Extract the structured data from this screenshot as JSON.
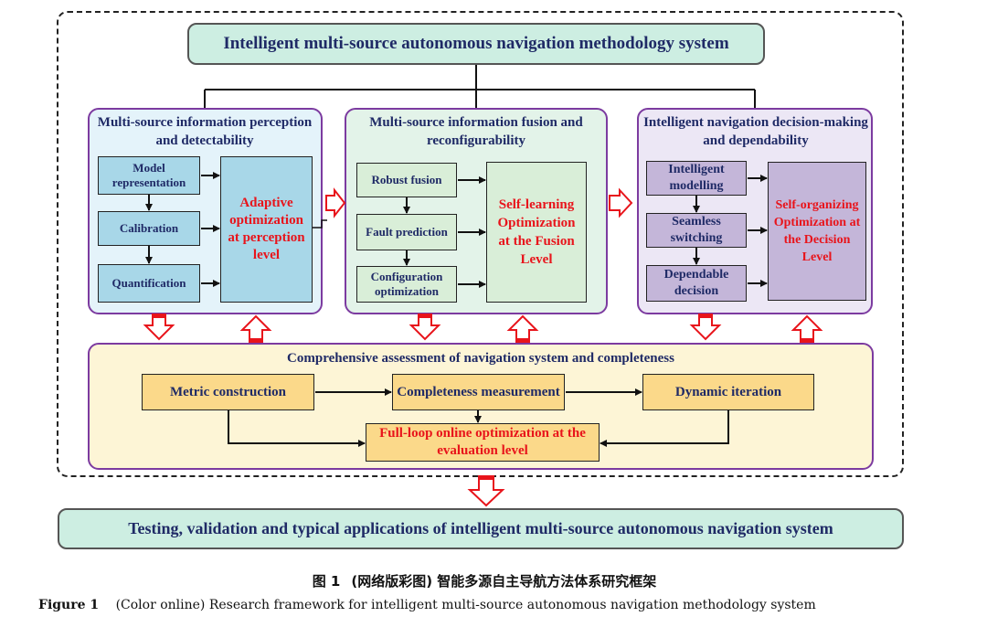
{
  "top_title": "Intelligent multi-source autonomous navigation methodology system",
  "panel1": {
    "title": "Multi-source information perception and detectability",
    "items": [
      "Model representation",
      "Calibration",
      "Quantification"
    ],
    "result": "Adaptive optimization at perception level"
  },
  "panel2": {
    "title": "Multi-source information fusion and reconfigurability",
    "items": [
      "Robust fusion",
      "Fault prediction",
      "Configuration optimization"
    ],
    "result": "Self-learning Optimization at the Fusion Level"
  },
  "panel3": {
    "title": "Intelligent navigation decision-making and dependability",
    "items": [
      "Intelligent modelling",
      "Seamless switching",
      "Dependable decision"
    ],
    "result": "Self-organizing Optimization at the Decision Level"
  },
  "assessment": {
    "title": "Comprehensive assessment of navigation system and completeness",
    "metric": "Metric construction",
    "completeness": "Completeness measurement",
    "dynamic": "Dynamic iteration",
    "fullloop": "Full-loop online optimization at the evaluation level"
  },
  "bottom_title": "Testing, validation and typical applications of intelligent multi-source autonomous navigation system",
  "caption_cn_label": "图 1",
  "caption_cn_text": "(网络版彩图) 智能多源自主导航方法体系研究框架",
  "caption_en_label": "Figure 1",
  "caption_en_text": "(Color online) Research framework for intelligent multi-source autonomous navigation methodology system",
  "colors": {
    "panel1_bg": "#e4f3fa",
    "panel2_bg": "#e3f3e9",
    "panel3_bg": "#ece7f5",
    "assess_bg": "#fdf5d6",
    "title_bg": "#cdeee2",
    "blue_box": "#a8d7e8",
    "green_box": "#d9eed8",
    "purple_box": "#c4b6d9",
    "gold_box": "#fbd98a",
    "border_purple": "#7c3ba0",
    "accent_red": "#e8141b"
  }
}
